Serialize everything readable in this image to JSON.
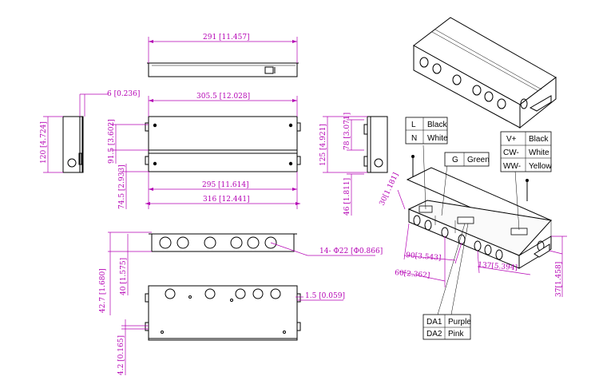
{
  "dimensions": {
    "top_width": "291 [11.457]",
    "flange": "6 [0.236]",
    "front_width": "305.5 [12.028]",
    "side_height": "120 [4.724]",
    "inner_height": "91.5 [3.602]",
    "lower_height": "74.5 [2.933]",
    "mount_span": "295 [11.614]",
    "overall_width": "316 [12.441]",
    "right_height": "125 [4.921]",
    "right_inner": "78 [3.071]",
    "right_lower": "46 [1.811]",
    "front_height": "42.7 [1.680]",
    "body_height": "40 [1.575]",
    "knockouts": "14- Φ22 [Φ0.866]",
    "wall": "1.5 [0.059]",
    "foot": "4.2 [0.165]",
    "iso_a": "30[1.181]",
    "iso_b": "90[3.543]",
    "iso_c": "60[2.362]",
    "iso_d": "137[5.394]",
    "iso_e": "37[1.458]"
  },
  "tables": {
    "power": [
      [
        "L",
        "Black"
      ],
      [
        "N",
        "White"
      ]
    ],
    "ground": [
      [
        "G",
        "Green"
      ]
    ],
    "output": [
      [
        "V+",
        "Black"
      ],
      [
        "CW-",
        "White"
      ],
      [
        "WW-",
        "Yellow"
      ]
    ],
    "dim": [
      [
        "DA1",
        "Purple"
      ],
      [
        "DA2",
        "Pink"
      ]
    ]
  },
  "colors": {
    "dimension": "#b400b4",
    "outline": "#000000"
  }
}
